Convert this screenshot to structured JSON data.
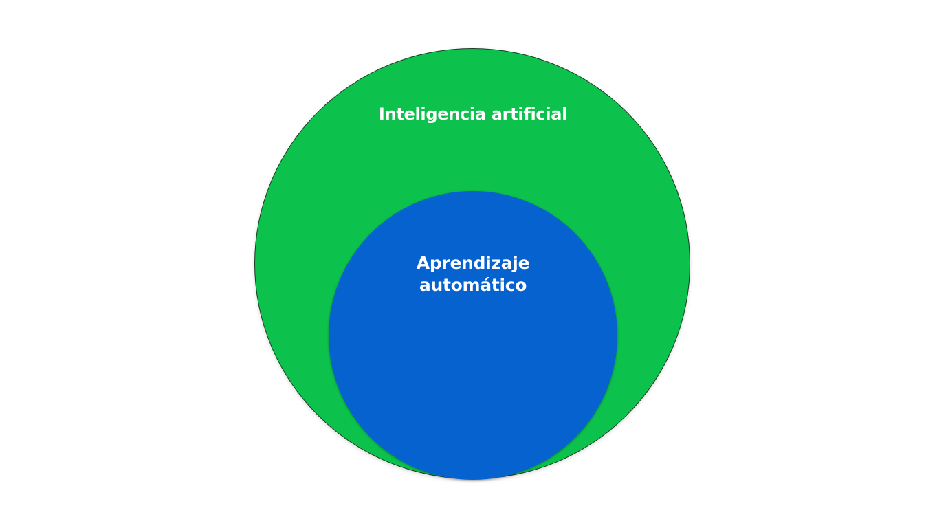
{
  "diagram": {
    "type": "nested-circles",
    "outer": {
      "label": "Inteligencia artificial",
      "color": "#0cc24d"
    },
    "inner": {
      "label_line1": "Aprendizaje",
      "label_line2": "automático",
      "color": "#0562cf"
    }
  }
}
